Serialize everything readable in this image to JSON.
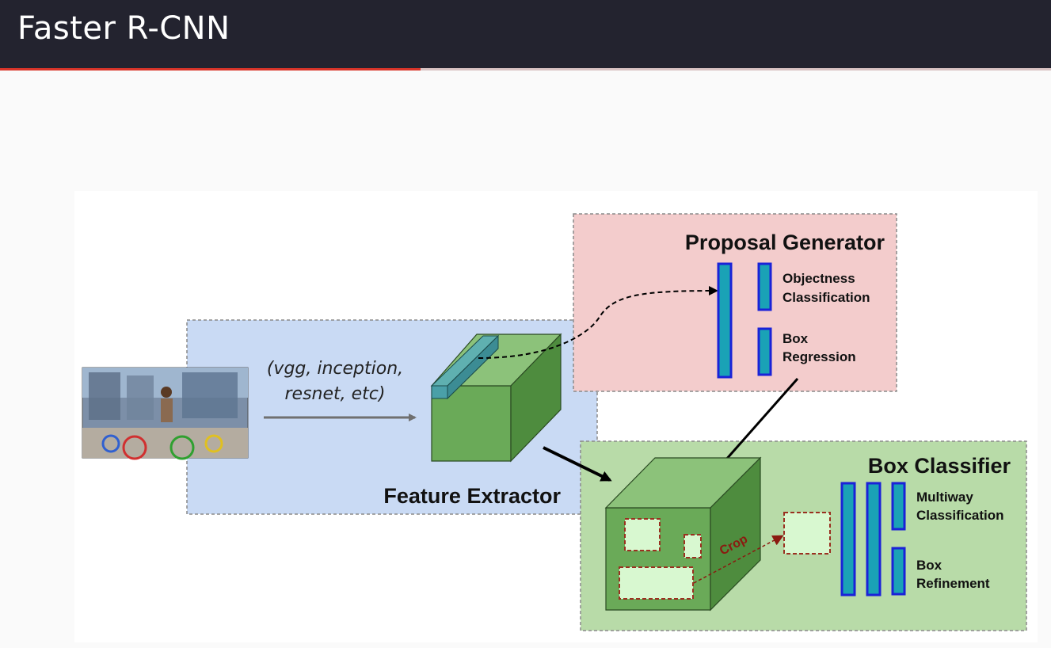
{
  "slide": {
    "title": "Faster R-CNN",
    "progress": 0.4
  },
  "colors": {
    "title_bar": "#23232f",
    "progress_fill": "#d9352a",
    "feature_region": "#c9daf4",
    "proposal_region": "#f3cccc",
    "classifier_region": "#b8dba8",
    "cube_front": "#6aaa58",
    "layer_fill": "#1aa2b6",
    "layer_border": "#1a22d8",
    "crop": "#8b1a10"
  },
  "diagram": {
    "backbone_line1": "(vgg, inception,",
    "backbone_line2": "resnet, etc)",
    "feature_extractor": "Feature Extractor",
    "proposal_generator": "Proposal Generator",
    "objectness_line1": "Objectness",
    "objectness_line2": "Classification",
    "box_regression_line1": "Box",
    "box_regression_line2": "Regression",
    "box_classifier": "Box Classifier",
    "multiway_line1": "Multiway",
    "multiway_line2": "Classification",
    "box_refinement_line1": "Box",
    "box_refinement_line2": "Refinement",
    "crop": "Crop"
  }
}
